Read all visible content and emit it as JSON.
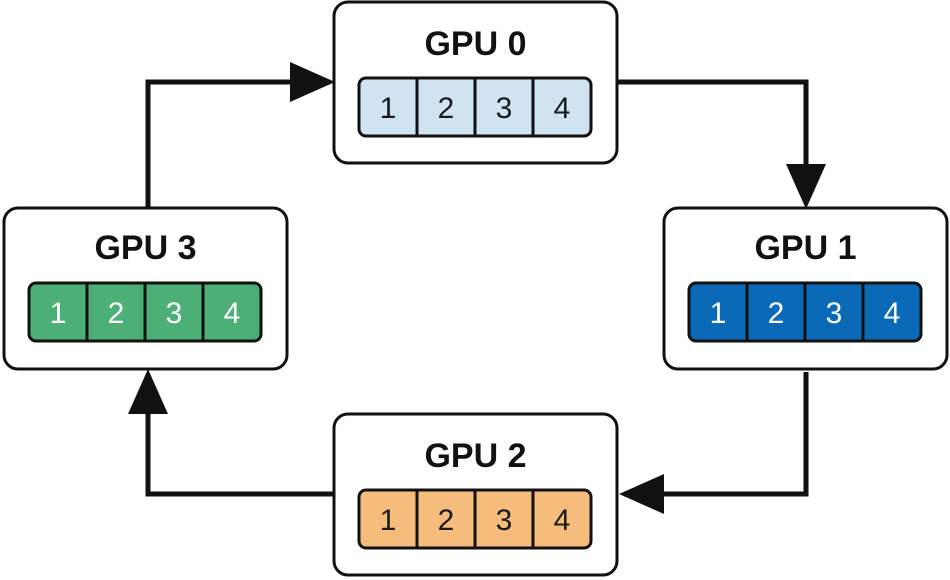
{
  "nodes": [
    {
      "id": "gpu0",
      "label": "GPU 0",
      "chunk_fill": "#cfe3f1",
      "text_color": "#1a1a1a",
      "chunks": [
        "1",
        "2",
        "3",
        "4"
      ]
    },
    {
      "id": "gpu1",
      "label": "GPU 1",
      "chunk_fill": "#0a6ab8",
      "text_color": "#ffffff",
      "chunks": [
        "1",
        "2",
        "3",
        "4"
      ]
    },
    {
      "id": "gpu2",
      "label": "GPU 2",
      "chunk_fill": "#f6bc7c",
      "text_color": "#1a1a1a",
      "chunks": [
        "1",
        "2",
        "3",
        "4"
      ]
    },
    {
      "id": "gpu3",
      "label": "GPU 3",
      "chunk_fill": "#4caf76",
      "text_color": "#ffffff",
      "chunks": [
        "1",
        "2",
        "3",
        "4"
      ]
    }
  ],
  "edges": [
    {
      "from": "GPU 0",
      "to": "GPU 1"
    },
    {
      "from": "GPU 1",
      "to": "GPU 2"
    },
    {
      "from": "GPU 2",
      "to": "GPU 3"
    },
    {
      "from": "GPU 3",
      "to": "GPU 0"
    }
  ],
  "colors": {
    "box_stroke": "#111111",
    "arrow": "#111111",
    "chunk_stroke": "#111111"
  }
}
